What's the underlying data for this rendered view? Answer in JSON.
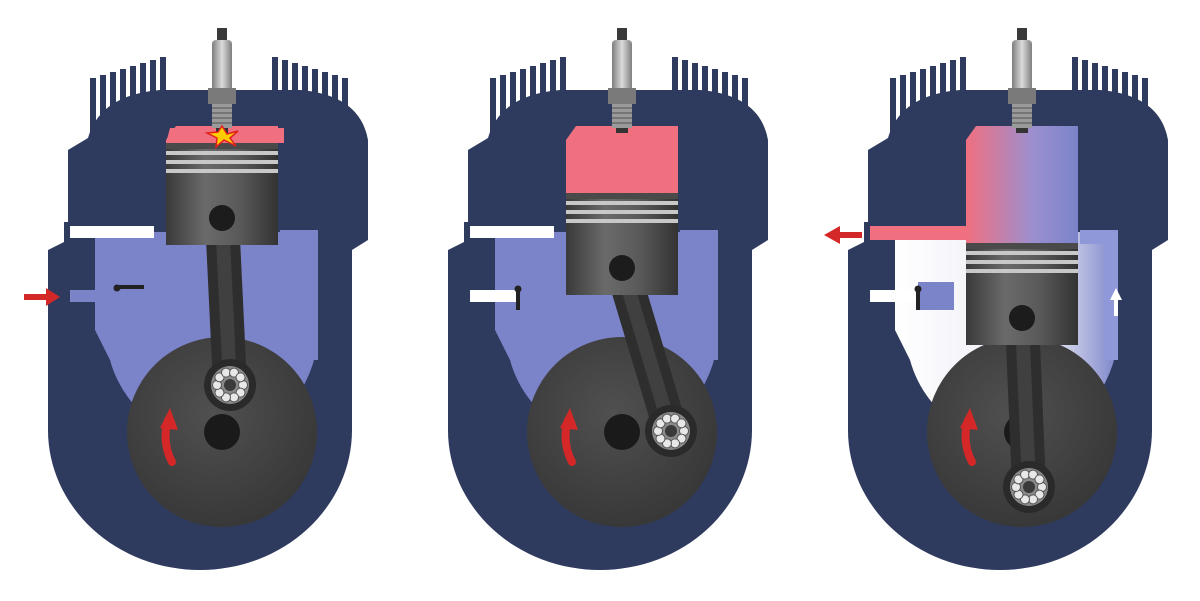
{
  "diagram": {
    "panels": [
      {
        "id": "panel-1",
        "state": "ignition",
        "piston": "top",
        "intake_arrow": true,
        "exhaust_arrow": false,
        "transfer_arrow": false,
        "crank_pin": "top",
        "flywheel_rotation_arrow": true
      },
      {
        "id": "panel-2",
        "state": "power-stroke",
        "piston": "middle",
        "intake_arrow": false,
        "exhaust_arrow": false,
        "transfer_arrow": false,
        "crank_pin": "right",
        "flywheel_rotation_arrow": true
      },
      {
        "id": "panel-3",
        "state": "exhaust-and-transfer",
        "piston": "bottom",
        "intake_arrow": false,
        "exhaust_arrow": true,
        "transfer_arrow": true,
        "crank_pin": "bottom",
        "flywheel_rotation_arrow": true
      }
    ],
    "colors": {
      "engine_body": "#2e3a5e",
      "crankcase_charge": "#7b84c9",
      "combustion": "#f07080",
      "piston": "#555555",
      "flywheel": "#444444",
      "spark_plug": "#a8a8a8",
      "arrow": "#d42828"
    },
    "icons": [
      "spark-plug-icon",
      "piston-icon",
      "connecting-rod-icon",
      "ball-bearing-icon",
      "flywheel-icon",
      "rotation-arrow-icon",
      "flow-arrow-icon"
    ]
  }
}
